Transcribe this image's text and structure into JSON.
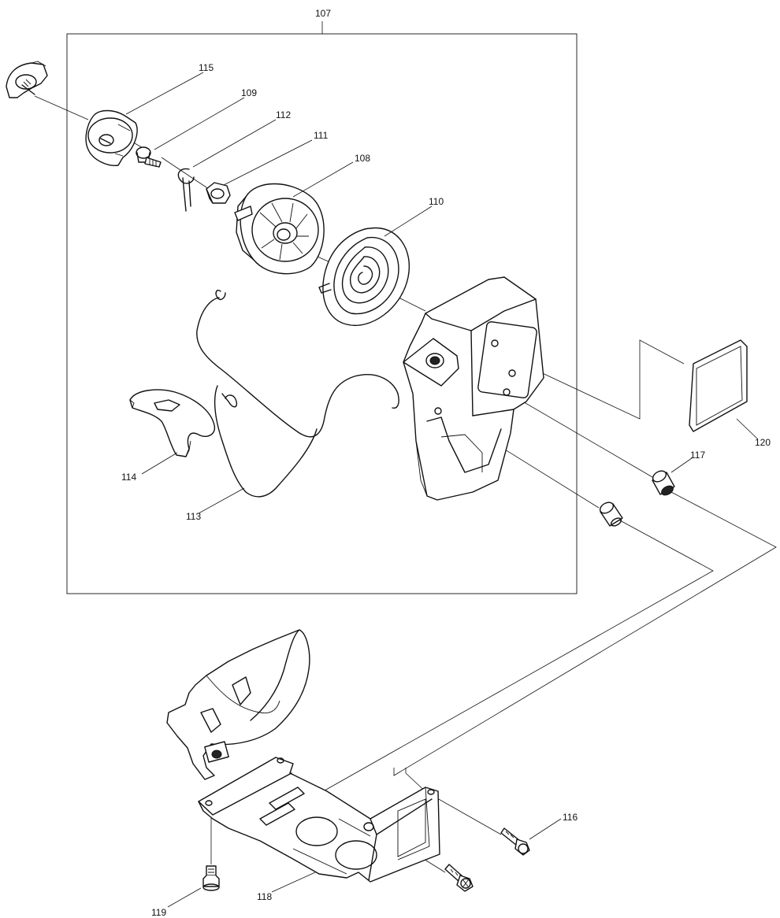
{
  "diagram": {
    "labels": {
      "p107": "107",
      "p108": "108",
      "p109": "109",
      "p110": "110",
      "p111": "111",
      "p112": "112",
      "p113": "113",
      "p114": "114",
      "p115": "115",
      "p116": "116",
      "p117": "117",
      "p118": "118",
      "p119": "119",
      "p120": "120"
    }
  }
}
